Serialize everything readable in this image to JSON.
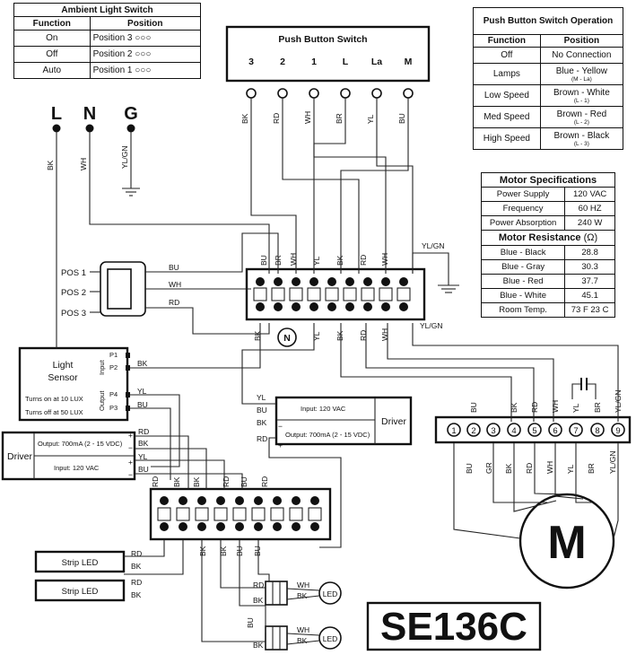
{
  "ambient": {
    "title": "Ambient Light Switch",
    "headers": [
      "Function",
      "Position"
    ],
    "rows": [
      {
        "function": "On",
        "position": "Position 3"
      },
      {
        "function": "Off",
        "position": "Position 2"
      },
      {
        "function": "Auto",
        "position": "Position 1"
      }
    ]
  },
  "pushbutton_table": {
    "title": "Push Button Switch Operation",
    "headers": [
      "Function",
      "Position"
    ],
    "rows": [
      {
        "function": "Off",
        "position": "No Connection",
        "sub": ""
      },
      {
        "function": "Lamps",
        "position": "Blue - Yellow",
        "sub": "(M - La)"
      },
      {
        "function": "Low Speed",
        "position": "Brown - White",
        "sub": "(L - 1)"
      },
      {
        "function": "Med Speed",
        "position": "Brown - Red",
        "sub": "(L - 2)"
      },
      {
        "function": "High Speed",
        "position": "Brown - Black",
        "sub": "(L - 3)"
      }
    ]
  },
  "motor_specs": {
    "title": "Motor Specifications",
    "rows": [
      {
        "label": "Power Supply",
        "value": "120 VAC"
      },
      {
        "label": "Frequency",
        "value": "60 HZ"
      },
      {
        "label": "Power Absorption",
        "value": "240 W"
      }
    ],
    "resistance_title": "Motor Resistance",
    "resistance_unit": "(Ω)",
    "resistance_rows": [
      {
        "label": "Blue - Black",
        "value": "28.8"
      },
      {
        "label": "Blue - Gray",
        "value": "30.3"
      },
      {
        "label": "Blue - Red",
        "value": "37.7"
      },
      {
        "label": "Blue - White",
        "value": "45.1"
      },
      {
        "label": "Room Temp.",
        "value": "73 F 23 C"
      }
    ]
  },
  "switch": {
    "title": "Push Button Switch",
    "terminals": [
      "3",
      "2",
      "1",
      "L",
      "La",
      "M"
    ],
    "wires": [
      "BK",
      "RD",
      "WH",
      "BR",
      "YL",
      "BU"
    ]
  },
  "supply": {
    "labels": [
      "L",
      "N",
      "G"
    ],
    "wires": [
      "BK",
      "WH",
      "YL/GN"
    ]
  },
  "rocker": {
    "positions": [
      "POS 1",
      "POS 2",
      "POS 3"
    ],
    "wires": [
      "BU",
      "WH",
      "RD"
    ]
  },
  "terminal_block_top": {
    "wires_above": [
      "BU",
      "BR",
      "WH",
      "YL",
      "BK",
      "RD",
      "WH"
    ],
    "wires_below": [
      "BK",
      "YL",
      "BK",
      "RD",
      "WH"
    ],
    "ground_label": "YL/GN",
    "right_label": "YL/GN"
  },
  "light_sensor": {
    "title_line1": "Light",
    "title_line2": "Sensor",
    "on_text": "Turns on at 10 LUX",
    "off_text": "Turns off at 50 LUX",
    "input_label": "Input",
    "output_label": "Output",
    "pins": [
      "P1",
      "P2",
      "P4",
      "P3"
    ],
    "wires": [
      "BK",
      "YL",
      "BU"
    ]
  },
  "driver_right": {
    "title": "Driver",
    "input_text": "Input: 120 VAC",
    "output_text": "Output: 700mA (2 - 15 VDC)",
    "wires": [
      "YL",
      "BU",
      "BK",
      "RD"
    ],
    "minus": "−",
    "plus": "+"
  },
  "driver_left": {
    "title": "Driver",
    "output_text": "Output: 700mA (2 - 15 VDC)",
    "input_text": "Input: 120 VAC",
    "wires": [
      "RD",
      "BK",
      "YL",
      "BU"
    ],
    "plus": "+",
    "minus": "−"
  },
  "motor_connector": {
    "pins": [
      "1",
      "2",
      "3",
      "4",
      "5",
      "6",
      "7",
      "8",
      "9"
    ],
    "wires_top": [
      "BU",
      "BK",
      "RD",
      "WH",
      "YL",
      "BR",
      "YL/GN"
    ],
    "wires_bottom": [
      "BU",
      "GR",
      "BK",
      "RD",
      "WH",
      "YL",
      "BR",
      "YL/GN"
    ]
  },
  "motor_label": "M",
  "lower_block": {
    "wires_above": [
      "RD",
      "BK",
      "BK",
      "RD",
      "BU",
      "RD"
    ],
    "wires_below": [
      "BK",
      "BK",
      "BU",
      "BU"
    ]
  },
  "strip_leds": [
    {
      "label": "Strip LED",
      "wires": [
        "RD",
        "BK"
      ]
    },
    {
      "label": "Strip LED",
      "wires": [
        "RD",
        "BK"
      ]
    }
  ],
  "leds": [
    {
      "label": "LED",
      "wires": [
        "RD",
        "BK"
      ],
      "out": [
        "WH",
        "BK"
      ]
    },
    {
      "label": "LED",
      "wires": [
        "BU",
        "BK"
      ],
      "out": [
        "WH",
        "BK"
      ]
    }
  ],
  "model": "SE136C"
}
